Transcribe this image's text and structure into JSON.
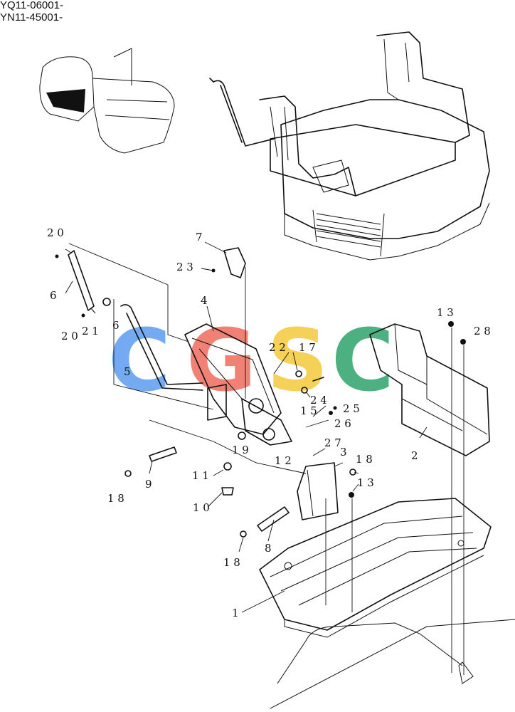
{
  "header": {
    "serial_line_1": "YQ11-06001-",
    "serial_line_2": "YN11-45001-"
  },
  "watermark": {
    "letters": [
      {
        "char": "C",
        "color": "#5b9cf0"
      },
      {
        "char": "G",
        "color": "#ef6a5d"
      },
      {
        "char": "S",
        "color": "#f5c93a"
      },
      {
        "char": "C",
        "color": "#2fa36a"
      }
    ]
  },
  "callouts": [
    {
      "id": "c20a",
      "text": "2 0"
    },
    {
      "id": "c7",
      "text": "7"
    },
    {
      "id": "c23",
      "text": "2 3"
    },
    {
      "id": "c6",
      "text": "6"
    },
    {
      "id": "c4",
      "text": "4"
    },
    {
      "id": "c20b",
      "text": "2 0"
    },
    {
      "id": "c21",
      "text": "2 1"
    },
    {
      "id": "c16",
      "text": "6"
    },
    {
      "id": "c13a",
      "text": "1 3"
    },
    {
      "id": "c28",
      "text": "2 8"
    },
    {
      "id": "c22",
      "text": "2 2"
    },
    {
      "id": "c17",
      "text": "1 7"
    },
    {
      "id": "c5",
      "text": "5"
    },
    {
      "id": "c24",
      "text": "2 4"
    },
    {
      "id": "c15",
      "text": "1 5"
    },
    {
      "id": "c25",
      "text": "2 5"
    },
    {
      "id": "c26",
      "text": "2 6"
    },
    {
      "id": "c2",
      "text": "2"
    },
    {
      "id": "c27",
      "text": "2 7"
    },
    {
      "id": "c19",
      "text": "1 9"
    },
    {
      "id": "c12",
      "text": "1 2"
    },
    {
      "id": "c3",
      "text": "3"
    },
    {
      "id": "c18a",
      "text": "1 8"
    },
    {
      "id": "c11",
      "text": "1 1"
    },
    {
      "id": "c13b",
      "text": "1 3"
    },
    {
      "id": "c9",
      "text": "9"
    },
    {
      "id": "c18b",
      "text": "1 8"
    },
    {
      "id": "c10",
      "text": "1 0"
    },
    {
      "id": "c8",
      "text": "8"
    },
    {
      "id": "c18c",
      "text": "1 8"
    },
    {
      "id": "c1",
      "text": "1"
    }
  ]
}
